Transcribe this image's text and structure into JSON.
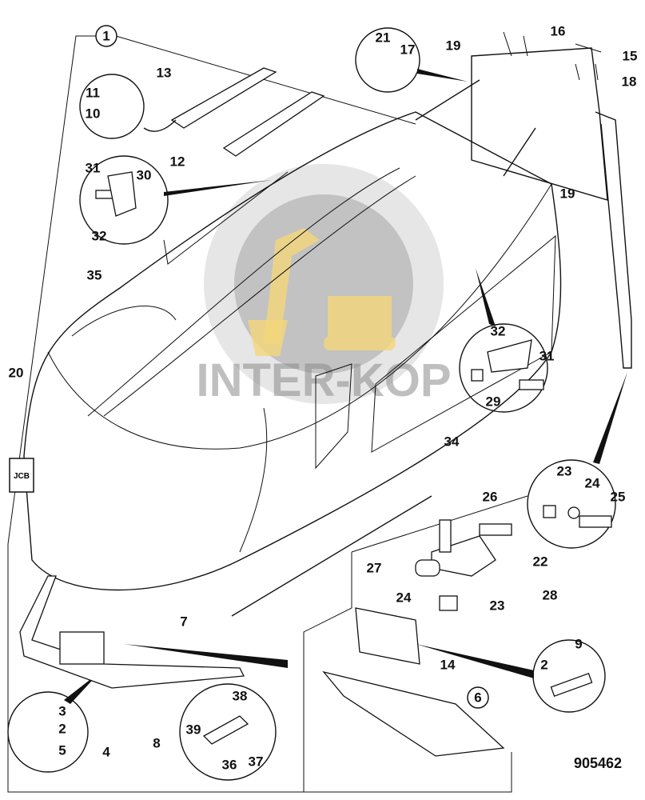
{
  "diagram": {
    "title_callout": "1",
    "drawing_number": "905462",
    "watermark": "INTER-KOP",
    "badge_text": "JCB",
    "callouts": [
      "21",
      "17",
      "19",
      "16",
      "15",
      "18",
      "13",
      "11",
      "10",
      "12",
      "31",
      "30",
      "32",
      "35",
      "19",
      "20",
      "32",
      "31",
      "29",
      "34",
      "23",
      "24",
      "25",
      "26",
      "22",
      "27",
      "28",
      "24",
      "23",
      "7",
      "14",
      "9",
      "2",
      "6",
      "3",
      "2",
      "5",
      "4",
      "8",
      "38",
      "39",
      "37",
      "36"
    ]
  }
}
